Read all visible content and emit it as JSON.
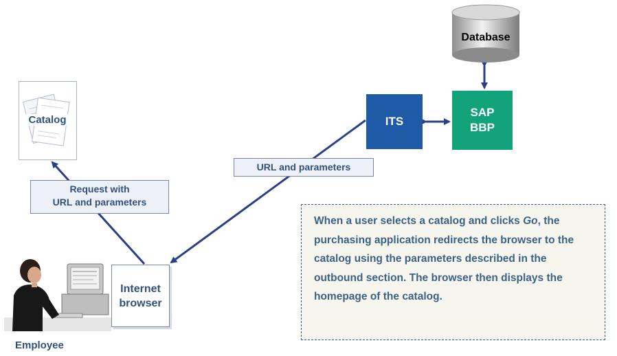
{
  "nodes": {
    "database": "Database",
    "its": "ITS",
    "sap_line1": "SAP",
    "sap_line2": "BBP",
    "catalog": "Catalog",
    "browser_line1": "Internet",
    "browser_line2": "browser",
    "employee": "Employee"
  },
  "edges": {
    "request_line1": "Request with",
    "request_line2": "URL and parameters",
    "url_params": "URL and parameters"
  },
  "note": {
    "part1": "When a user selects a catalog and clicks ",
    "italic": "Go",
    "part2": ", the purchasing application redirects the browser to the catalog using the parameters described in the outbound section. The browser then displays the homepage of the catalog."
  },
  "colors": {
    "its": "#1f5aa6",
    "sap": "#13a37a",
    "arrow": "#2a3f86",
    "label_text": "#31517a"
  }
}
